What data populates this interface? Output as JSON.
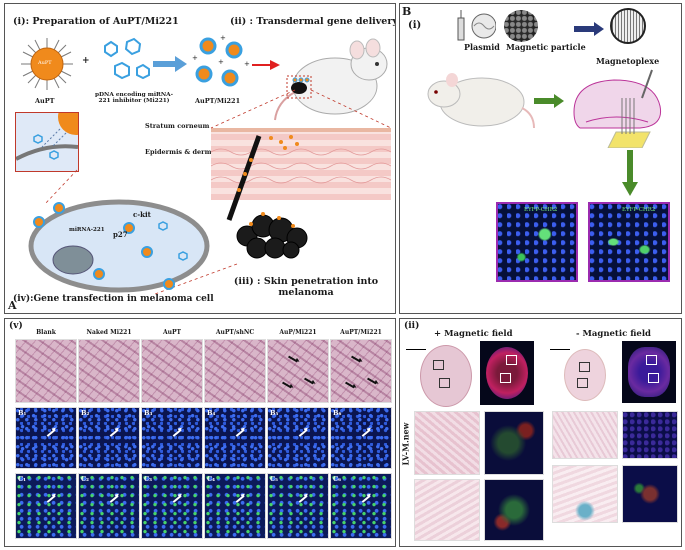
{
  "panel_a": {
    "letter": "A",
    "step_i": "(i): Preparation of AuPT/Mi221",
    "step_ii": "(ii) : Transdermal gene delivery",
    "step_iii": "(iii) : Skin penetration into melanoma",
    "step_iv": "(iv):Gene transfection in melanoma cell",
    "aupt_label": "AuPT",
    "aupt_core": "AuPT",
    "pdna_label": "pDNA encoding miRNA-221 inhibitor (Mi221)",
    "complex_label": "AuPT/Mi221",
    "stratum": "Stratum corneum",
    "epidermis": "Epidermis & dermal",
    "mirna": "miRNA-221",
    "ckit": "c-kit",
    "p27": "p27"
  },
  "panel_b": {
    "letter": "B",
    "sub": "(i)",
    "plasmid": "Plasmid",
    "particle": "Magnetic particle",
    "magnetoplexe": "Magnetoplexe",
    "eyfp1": "EYFP-CHR2",
    "eyfp2": "EYFP-CHR2"
  },
  "panel_v": {
    "label": "(v)",
    "columns": [
      "Blank",
      "Naked Mi221",
      "AuPT",
      "AuPT/shNC",
      "AuP/Mi221",
      "AuPT/Mi221"
    ],
    "row_b": [
      "B₁",
      "B₂",
      "B₃",
      "B₄",
      "B₅",
      "B₆"
    ],
    "row_c": [
      "C₁",
      "C₂",
      "C₃",
      "C₄",
      "C₅",
      "C₆"
    ]
  },
  "panel_bii": {
    "label": "(ii)",
    "plus_field": "+ Magnetic field",
    "minus_field": "- Magnetic field",
    "side": "LV-M.new"
  },
  "colors": {
    "border": "#555555",
    "green_arrow": "#4a8b2a",
    "blue_arrow": "#2a3a7a",
    "pink_tissue": "#d9b6c9",
    "dapi_blue": "#0b1550"
  }
}
